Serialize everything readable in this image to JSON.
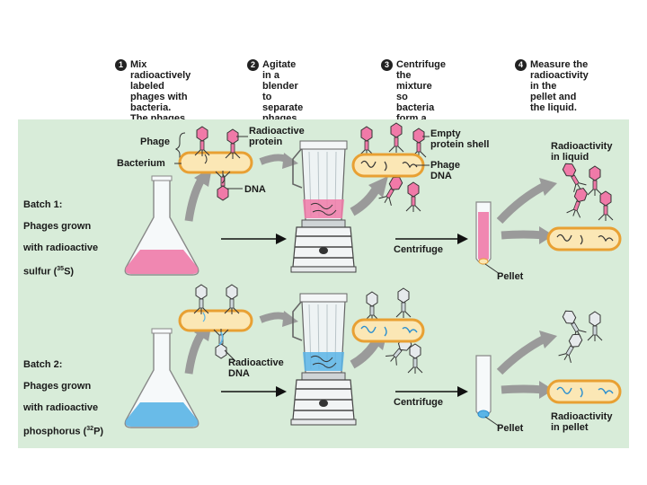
{
  "steps": [
    {
      "num": "1",
      "text": "Mix radioactively\nlabeled phages with\nbacteria. The phages\ninfect the bacterial cells."
    },
    {
      "num": "2",
      "text": "Agitate in a blender to\nseparate phages\noutside the bacteria\nfrom the cells and\ntheir contents."
    },
    {
      "num": "3",
      "text": "Centrifuge the\nmixture so bacteria\nform a pellet at the\nbottom of the test\ntube."
    },
    {
      "num": "4",
      "text": "Measure the\nradioactivity in the\npellet and the liquid."
    }
  ],
  "labels": {
    "phage": "Phage",
    "bacterium": "Bacterium",
    "radioactive_protein": "Radioactive\nprotein",
    "dna": "DNA",
    "empty_protein_shell": "Empty\nprotein shell",
    "phage_dna": "Phage\nDNA",
    "radioactivity_in_liquid": "Radioactivity\nin liquid",
    "centrifuge_1": "Centrifuge",
    "pellet_1": "Pellet",
    "radioactive_dna": "Radioactive\nDNA",
    "centrifuge_2": "Centrifuge",
    "pellet_2": "Pellet",
    "radioactivity_in_pellet": "Radioactivity\nin pellet"
  },
  "batch1": {
    "title": "Batch 1:",
    "desc_line1": "Phages grown",
    "desc_line2": "with radioactive",
    "desc_pre": "sulfur (",
    "sup": "35",
    "desc_post": "S)"
  },
  "batch2": {
    "title": "Batch 2:",
    "desc_line1": "Phages grown",
    "desc_line2": "with radioactive",
    "desc_pre": "phosphorus (",
    "sup": "32",
    "desc_post": "P)"
  },
  "colors": {
    "panel": "#d8ecd9",
    "sulfur_pink": "#f07aa8",
    "phosphorus_blue": "#5ab4e6",
    "bacterium_fill": "#fbe7b5",
    "bacterium_border": "#e8a033",
    "arrow_gray": "#9a9a9a"
  }
}
